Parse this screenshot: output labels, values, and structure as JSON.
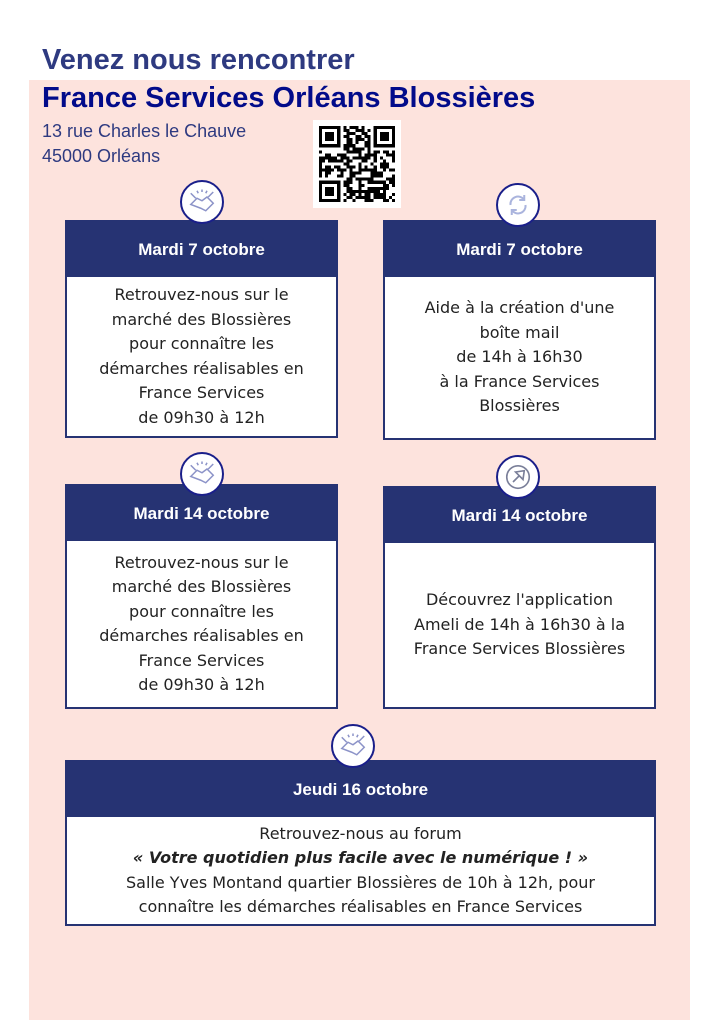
{
  "title": "Venez nous rencontrer",
  "subtitle": "France Services Orléans Blossières",
  "address": [
    "13 rue Charles le Chauve",
    "45000 Orléans"
  ],
  "colors": {
    "header": "#263373",
    "background": "#fde3dd",
    "title": "#020b8a"
  },
  "events": [
    {
      "icon": "handshake-icon",
      "date": "Mardi 7 octobre",
      "lines": [
        "Retrouvez-nous sur le",
        "marché des Blossières",
        "pour connaître les",
        "démarches réalisables en",
        "France Services",
        "de 09h30 à 12h"
      ]
    },
    {
      "icon": "refresh-icon",
      "date": "Mardi 7 octobre",
      "lines": [
        "Aide à la création d'une",
        "boîte mail",
        "de 14h à 16h30",
        "à la France Services",
        "Blossières"
      ]
    },
    {
      "icon": "handshake-icon",
      "date": "Mardi 14 octobre",
      "lines": [
        "Retrouvez-nous sur le",
        "marché des Blossières",
        "pour connaître les",
        "démarches réalisables en",
        "France Services",
        "de 09h30 à 12h"
      ]
    },
    {
      "icon": "cursor-icon",
      "date": "Mardi 14 octobre",
      "lines": [
        "Découvrez l'application",
        "Ameli  de 14h à 16h30 à la",
        "France Services Blossières"
      ]
    },
    {
      "icon": "handshake-icon",
      "date": "Jeudi 16 octobre",
      "lines": [
        "Retrouvez-nous au forum",
        "« Votre quotidien plus facile avec le numérique ! »",
        "Salle Yves Montand quartier Blossières de 10h à 12h, pour",
        "connaître les démarches réalisables en France Services"
      ]
    }
  ]
}
